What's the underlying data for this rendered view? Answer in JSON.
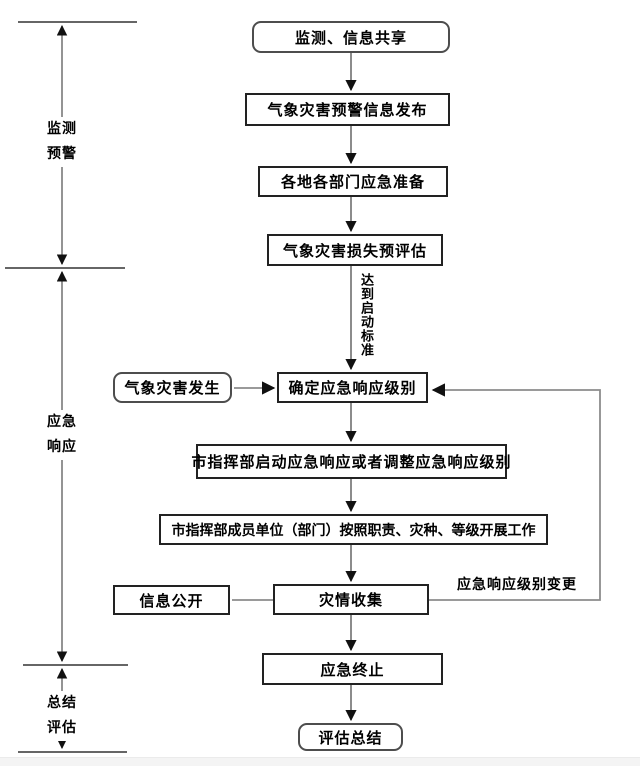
{
  "diagram": {
    "type": "flowchart",
    "language": "zh-CN",
    "nodes": [
      {
        "id": "start",
        "label": "监测、信息共享",
        "shape": "rounded"
      },
      {
        "id": "warning",
        "label": "气象灾害预警信息发布",
        "shape": "rect"
      },
      {
        "id": "prepare",
        "label": "各地各部门应急准备",
        "shape": "rect"
      },
      {
        "id": "preassess",
        "label": "气象灾害损失预评估",
        "shape": "rect"
      },
      {
        "id": "occur",
        "label": "气象灾害发生",
        "shape": "rounded"
      },
      {
        "id": "determine",
        "label": "确定应急响应级别",
        "shape": "rect"
      },
      {
        "id": "launch",
        "label": "市指挥部启动应急响应或者调整应急响应级别",
        "shape": "rect"
      },
      {
        "id": "members",
        "label": "市指挥部成员单位（部门）按照职责、灾种、等级开展工作",
        "shape": "rect"
      },
      {
        "id": "disclose",
        "label": "信息公开",
        "shape": "rect"
      },
      {
        "id": "collect",
        "label": "灾情收集",
        "shape": "rect"
      },
      {
        "id": "terminate",
        "label": "应急终止",
        "shape": "rect"
      },
      {
        "id": "summary",
        "label": "评估总结",
        "shape": "rounded"
      }
    ],
    "edge_labels": {
      "reach_threshold": "达到启动标准",
      "level_change": "应急响应级别变更"
    },
    "phases": [
      {
        "id": "monitoring",
        "line1": "监测",
        "line2": "预警"
      },
      {
        "id": "response",
        "line1": "应急",
        "line2": "响应"
      },
      {
        "id": "evaluation",
        "line1": "总结",
        "line2": "评估"
      }
    ],
    "colors": {
      "flow_line": "#666666",
      "connector_line": "#8c8c8c",
      "tick_line": "#333333",
      "arrowhead": "#111111",
      "box_border": "#222222",
      "rounded_border": "#4d4d4d",
      "background": "#ffffff"
    }
  }
}
